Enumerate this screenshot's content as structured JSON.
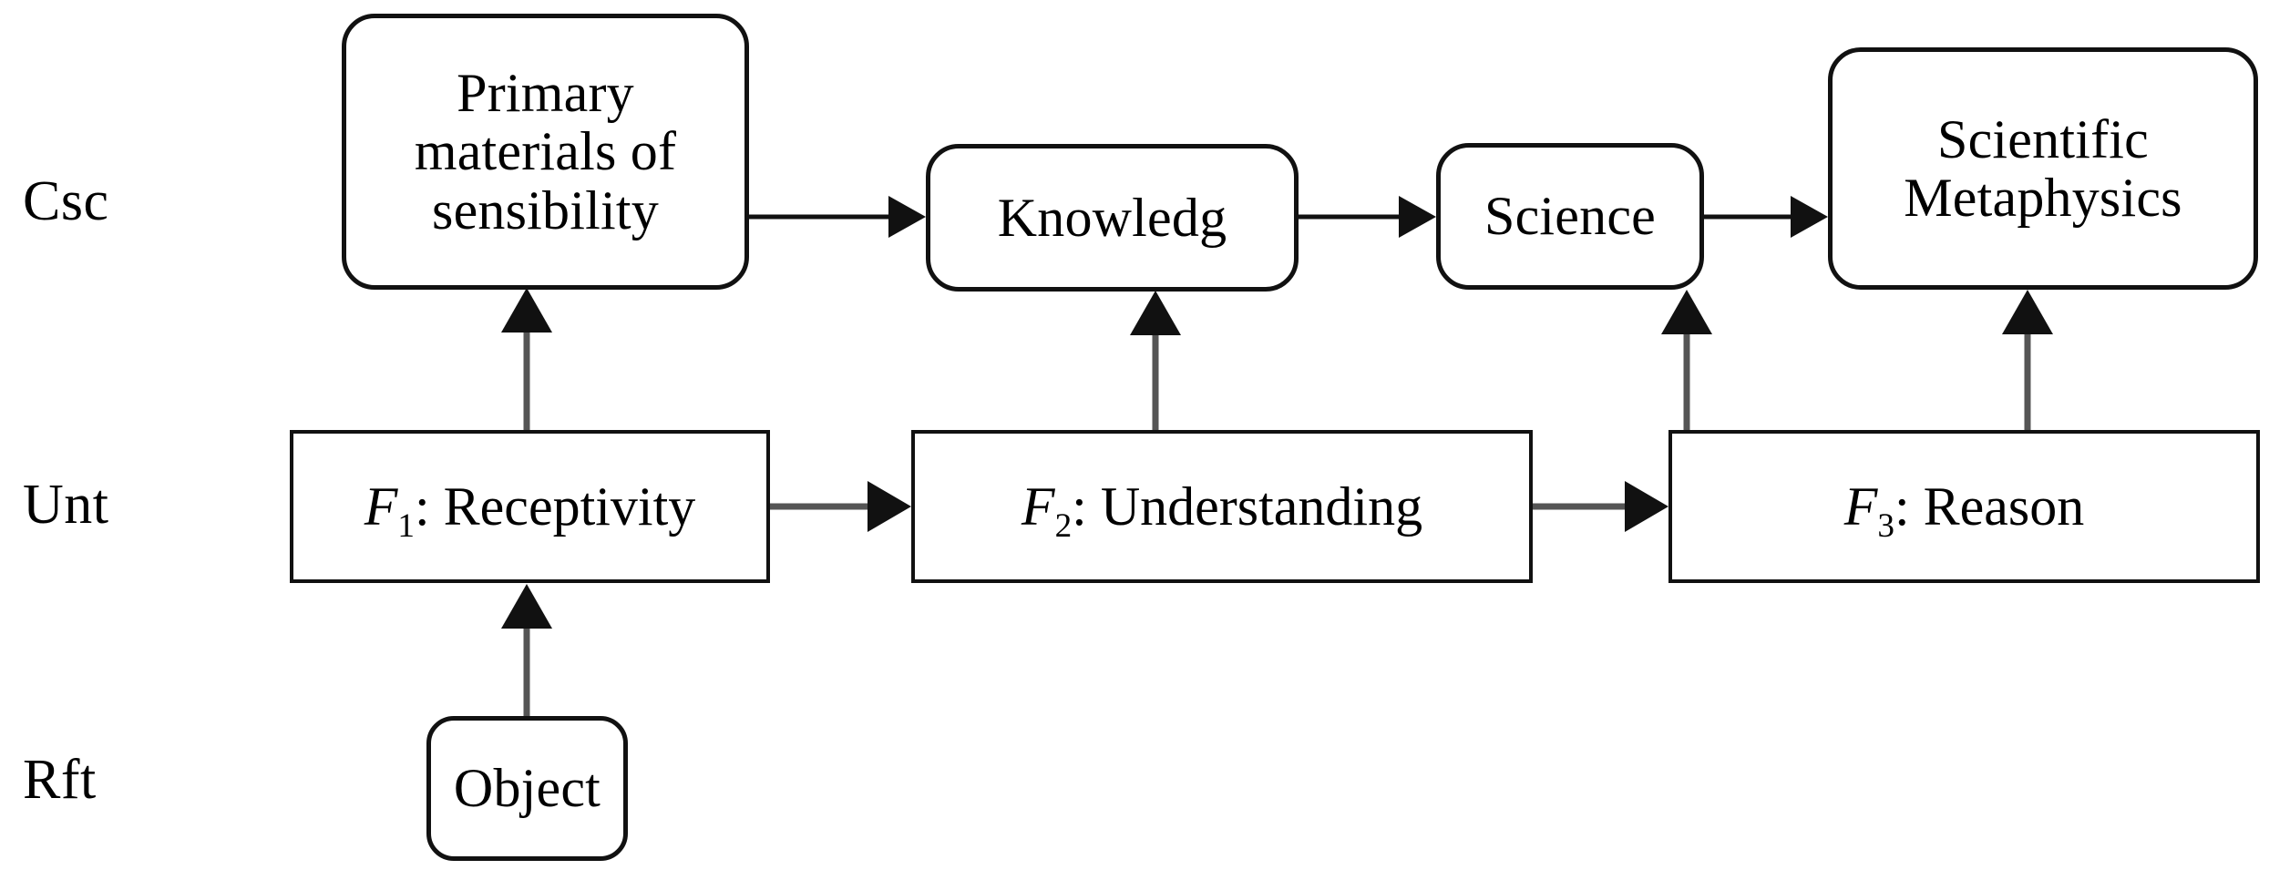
{
  "diagram": {
    "type": "flow-diagram",
    "background_color": "#ffffff",
    "stroke_color": "#111111",
    "row_labels": [
      {
        "id": "csc",
        "text": "Csc"
      },
      {
        "id": "unt",
        "text": "Unt"
      },
      {
        "id": "rft",
        "text": "Rft"
      }
    ],
    "nodes": {
      "primary_materials": {
        "text": "Primary materials of sensibility",
        "shape": "rounded-rect",
        "row": "Csc"
      },
      "knowledg": {
        "text": "Knowledg",
        "shape": "rounded-rect",
        "row": "Csc"
      },
      "science": {
        "text": "Science",
        "shape": "rounded-rect",
        "row": "Csc"
      },
      "scientific_metaphysics": {
        "text": "Scientific Metaphysics",
        "shape": "rounded-rect",
        "row": "Csc"
      },
      "f1": {
        "symbol": "F",
        "subscript": "1",
        "separator": ": ",
        "name": "Receptivity",
        "text": "F1: Receptivity",
        "shape": "rect",
        "row": "Unt"
      },
      "f2": {
        "symbol": "F",
        "subscript": "2",
        "separator": ": ",
        "name": "Understanding",
        "text": "F2: Understanding",
        "shape": "rect",
        "row": "Unt"
      },
      "f3": {
        "symbol": "F",
        "subscript": "3",
        "separator": ": ",
        "name": "Reason",
        "text": "F3: Reason",
        "shape": "rect",
        "row": "Unt"
      },
      "object": {
        "text": "Object",
        "shape": "rounded-rect",
        "row": "Rft"
      }
    },
    "edges": [
      {
        "from": "primary_materials",
        "to": "knowledg",
        "direction": "right"
      },
      {
        "from": "knowledg",
        "to": "science",
        "direction": "right"
      },
      {
        "from": "science",
        "to": "scientific_metaphysics",
        "direction": "right"
      },
      {
        "from": "f1",
        "to": "f2",
        "direction": "right"
      },
      {
        "from": "f2",
        "to": "f3",
        "direction": "right"
      },
      {
        "from": "f1",
        "to": "primary_materials",
        "direction": "up"
      },
      {
        "from": "f2",
        "to": "knowledg",
        "direction": "up"
      },
      {
        "from": "f3",
        "to": "science",
        "direction": "up"
      },
      {
        "from": "f3",
        "to": "scientific_metaphysics",
        "direction": "up"
      },
      {
        "from": "object",
        "to": "f1",
        "direction": "up"
      }
    ]
  }
}
